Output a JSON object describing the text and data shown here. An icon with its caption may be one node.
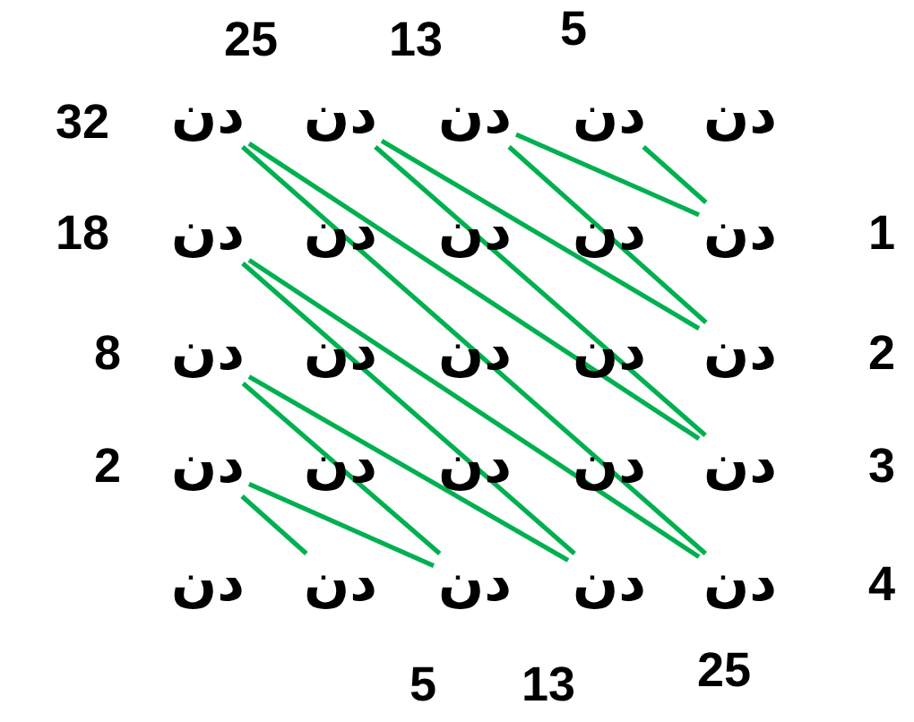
{
  "diagram": {
    "nodes": [
      {
        "text": [
          "دن"
        ]
      },
      {
        "text": [
          "دن"
        ]
      },
      {
        "text": [
          "دن"
        ]
      },
      {
        "text": [
          "دن"
        ]
      },
      {
        "text": [
          "دن"
        ]
      },
      {
        "text": [
          "دن"
        ]
      },
      {
        "text": [
          "دن"
        ]
      },
      {
        "text": [
          "دن"
        ]
      },
      {
        "text": [
          "دن"
        ]
      },
      {
        "text": [
          "دن"
        ]
      },
      {
        "text": [
          "دن"
        ]
      },
      {
        "text": [
          "دن"
        ]
      },
      {
        "text": [
          "دن"
        ]
      },
      {
        "text": [
          "دن"
        ]
      },
      {
        "text": [
          "دن"
        ]
      },
      {
        "text": [
          "دن"
        ]
      },
      {
        "text": [
          "دن"
        ]
      },
      {
        "text": [
          "دن"
        ]
      },
      {
        "text": [
          "دن"
        ]
      },
      {
        "text": [
          "دن"
        ]
      },
      {
        "text": [
          "دن"
        ]
      },
      {
        "text": [
          "دن"
        ]
      },
      {
        "text": [
          "دن"
        ]
      },
      {
        "text": [
          "دن"
        ]
      },
      {
        "text": [
          "دن"
        ]
      }
    ],
    "edges": [
      {
        "from": 3,
        "to": 9,
        "arrow": "none"
      },
      {
        "from": 9,
        "to": 2,
        "arrow": "none"
      },
      {
        "from": 2,
        "to": 14,
        "arrow": "none"
      },
      {
        "from": 14,
        "to": 1,
        "arrow": "none"
      },
      {
        "from": 1,
        "to": 19,
        "arrow": "none"
      },
      {
        "from": 19,
        "to": 0,
        "arrow": "none"
      },
      {
        "from": 0,
        "to": 24,
        "arrow": "none"
      },
      {
        "from": 24,
        "to": 5,
        "arrow": "none"
      },
      {
        "from": 5,
        "to": 23,
        "arrow": "none"
      },
      {
        "from": 23,
        "to": 10,
        "arrow": "none"
      },
      {
        "from": 10,
        "to": 22,
        "arrow": "none"
      },
      {
        "from": 22,
        "to": 15,
        "arrow": "none"
      },
      {
        "from": 15,
        "to": 21,
        "arrow": "none"
      }
    ],
    "labels": [
      "25",
      "13",
      "5",
      "32",
      "18",
      "1",
      "8",
      "2",
      "2",
      "3",
      "4",
      "5",
      "13",
      "25"
    ]
  }
}
